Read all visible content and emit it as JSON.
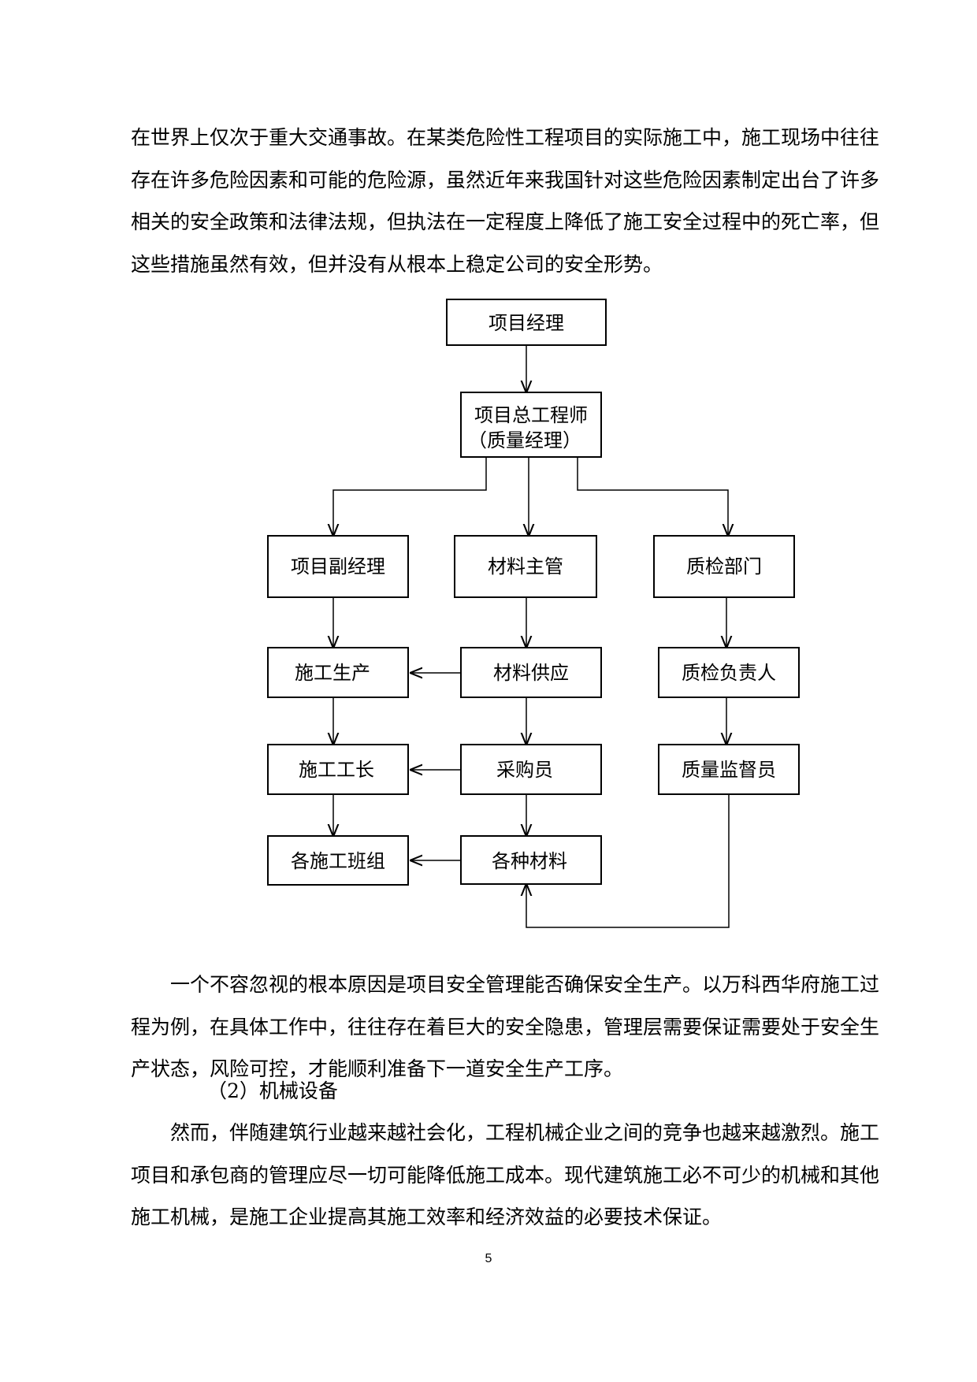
{
  "paragraphs": {
    "p1": "在世界上仅次于重大交通事故。在某类危险性工程项目的实际施工中，施工现场中往往存在许多危险因素和可能的危险源，虽然近年来我国针对这些危险因素制定出台了许多相关的安全政策和法律法规，但执法在一定程度上降低了施工安全过程中的死亡率，但这些措施虽然有效，但并没有从根本上稳定公司的安全形势。",
    "p2": "一个不容忽视的根本原因是项目安全管理能否确保安全生产。以万科西华府施工过程为例，在具体工作中，往往存在着巨大的安全隐患，管理层需要保证需要处于安全生产状态，风险可控，才能顺利准备下一道安全生产工序。",
    "p3": "然而，伴随建筑行业越来越社会化，工程机械企业之间的竞争也越来越激烈。施工项目和承包商的管理应尽一切可能降低施工成本。现代建筑施工必不可少的机械和其他施工机械，是施工企业提高其施工效率和经济效益的必要技术保证。"
  },
  "section_heading": "（2）机械设备",
  "org_chart": {
    "project_manager": "项目经理",
    "chief_engineer_line1": "项目总工程师",
    "chief_engineer_line2": "（质量经理）",
    "deputy_manager": "项目副经理",
    "materials_supervisor": "材料主管",
    "quality_dept": "质检部门",
    "construction_production": "施工生产",
    "material_supply": "材料供应",
    "qc_lead": "质检负责人",
    "foreman": "施工工长",
    "purchaser": "采购员",
    "quality_supervisor": "质量监督员",
    "work_teams": "各施工班组",
    "materials": "各种材料"
  },
  "page_number": "5"
}
